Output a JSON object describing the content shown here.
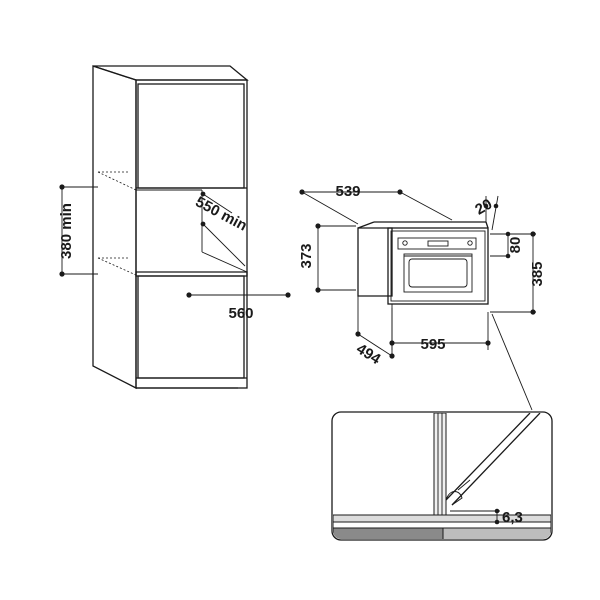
{
  "cabinet": {
    "dim_height_min": "380 min",
    "dim_depth_min": "550 min",
    "dim_width": "560"
  },
  "appliance": {
    "dim_depth": "539",
    "dim_gap": "20",
    "dim_height": "373",
    "dim_top": "80",
    "dim_total_height": "385",
    "dim_side": "494",
    "dim_width": "595"
  },
  "detail": {
    "dim_offset": "6,3"
  }
}
